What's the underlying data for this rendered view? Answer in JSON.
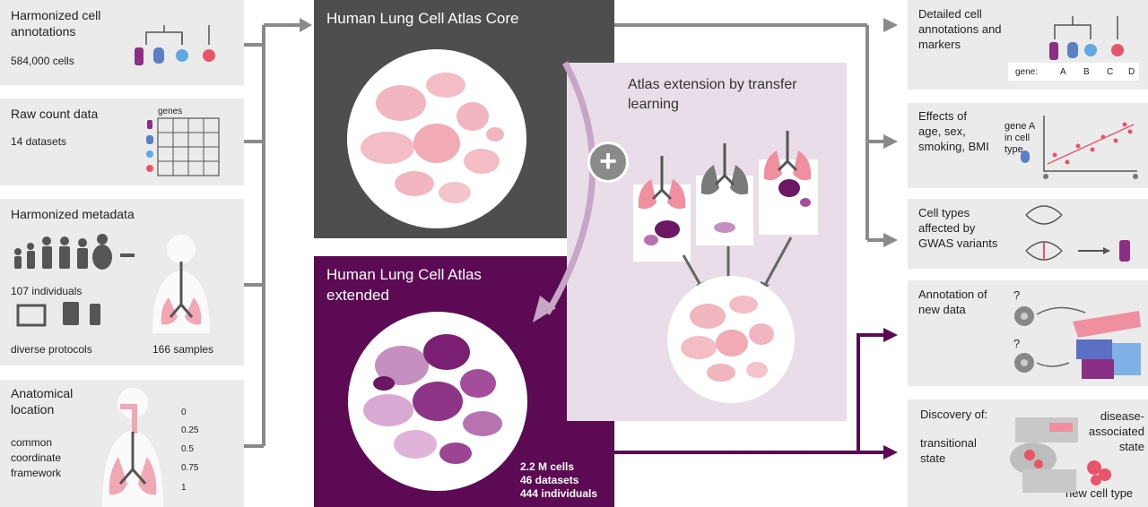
{
  "left": {
    "annotations": {
      "title": "Harmonized cell annotations",
      "count": "584,000 cells"
    },
    "raw": {
      "title": "Raw count data",
      "count": "14 datasets",
      "genes_label": "genes"
    },
    "metadata": {
      "title": "Harmonized metadata",
      "individuals": "107 individuals",
      "protocols": "diverse protocols",
      "samples": "166 samples"
    },
    "anatomy": {
      "title": "Anatomical location",
      "framework": "common coordinate framework",
      "scale": [
        "0",
        "0.25",
        "0.5",
        "0.75",
        "1"
      ]
    }
  },
  "center": {
    "core_title": "Human Lung Cell Atlas Core",
    "extended_title": "Human Lung Cell Atlas extended",
    "stats": [
      "2.2 M cells",
      "46 datasets",
      "444 individuals"
    ],
    "transfer_title": "Atlas extension by transfer learning",
    "plus_symbol": "+"
  },
  "right": {
    "markers": {
      "title": "Detailed cell annotations and markers",
      "gene_label": "gene:",
      "genes": [
        "A",
        "B",
        "C",
        "D"
      ]
    },
    "effects": {
      "title": "Effects of age, sex, smoking, BMI",
      "axis_label": "gene A in cell type"
    },
    "gwas": {
      "title": "Cell types affected by GWAS variants"
    },
    "annotation": {
      "title": "Annotation of new data",
      "unknown": "?"
    },
    "discovery": {
      "title": "Discovery of:",
      "disease": "disease-associated state",
      "transitional": "transitional state",
      "new_type": "new cell type"
    }
  },
  "colors": {
    "core_bg": "#4e4e4e",
    "extended_bg": "#5c0a54",
    "transfer_bg": "#e8dde8",
    "panel_bg": "#ebebeb",
    "pink": "#f2a7b4",
    "purple": "#7a1f72",
    "arrow_gray": "#8a8a8a"
  }
}
